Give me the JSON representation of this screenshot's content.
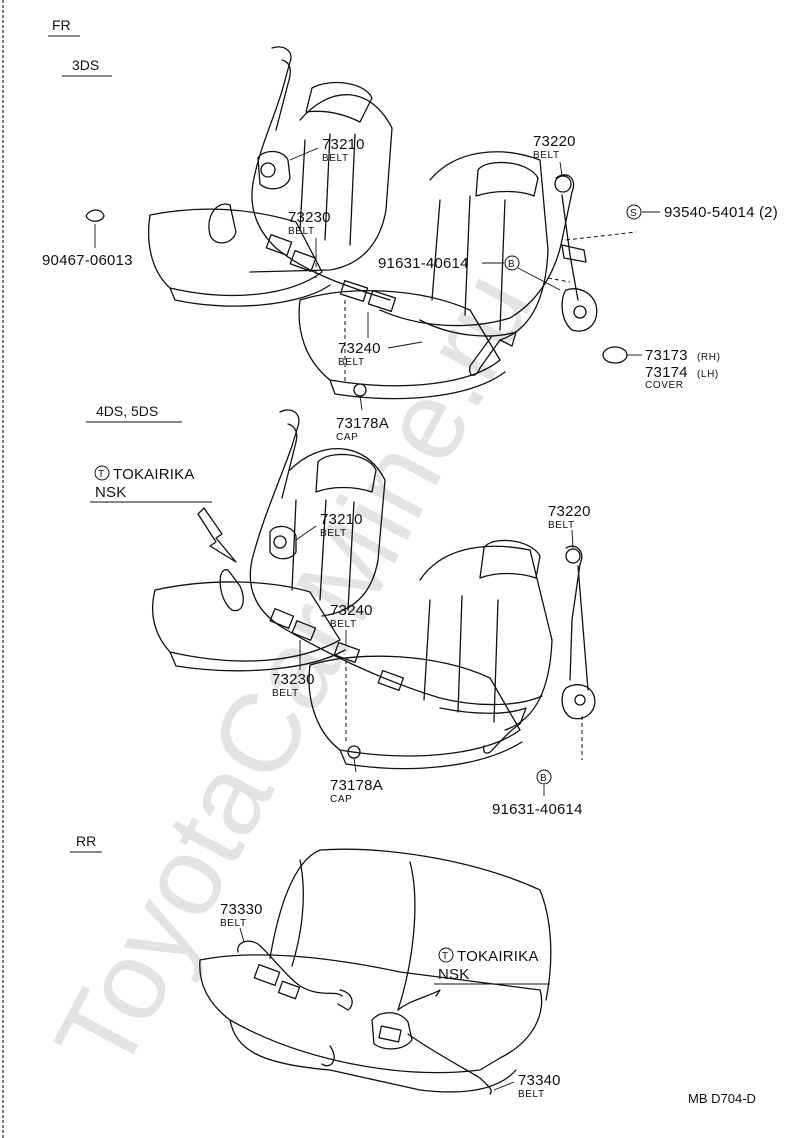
{
  "watermark": "ToyotaCarMine.ru",
  "sections": {
    "fr": "FR",
    "ds3": "3DS",
    "ds45": "4DS, 5DS",
    "rr": "RR"
  },
  "parts": {
    "p73210a": {
      "number": "73210",
      "desc": "BELT"
    },
    "p73230a": {
      "number": "73230",
      "desc": "BELT"
    },
    "p73240a": {
      "number": "73240",
      "desc": "BELT"
    },
    "p73220a": {
      "number": "73220",
      "desc": "BELT"
    },
    "p93540": {
      "number": "93540-54014 (2)",
      "mark": "S"
    },
    "p91631a": {
      "number": "91631-40614",
      "mark": "B"
    },
    "p90467": {
      "number": "90467-06013"
    },
    "p73173": {
      "number": "73173",
      "suffix": "(RH)"
    },
    "p73174": {
      "number": "73174",
      "suffix": "(LH)",
      "desc": "COVER"
    },
    "p73178a": {
      "number": "73178A",
      "desc": "CAP"
    },
    "p73210b": {
      "number": "73210",
      "desc": "BELT"
    },
    "p73240b": {
      "number": "73240",
      "desc": "BELT"
    },
    "p73230b": {
      "number": "73230",
      "desc": "BELT"
    },
    "p73220b": {
      "number": "73220",
      "desc": "BELT"
    },
    "p73178b": {
      "number": "73178A",
      "desc": "CAP"
    },
    "p91631b": {
      "number": "91631-40614",
      "mark": "B"
    },
    "p73330": {
      "number": "73330",
      "desc": "BELT"
    },
    "p73340": {
      "number": "73340",
      "desc": "BELT"
    }
  },
  "makers": {
    "a": {
      "mark": "T",
      "line1": "TOKAIRIKA",
      "line2": "NSK"
    },
    "b": {
      "mark": "T",
      "line1": "TOKAIRIKA",
      "line2": "NSK"
    }
  },
  "diagram_code": "MB D704-D"
}
